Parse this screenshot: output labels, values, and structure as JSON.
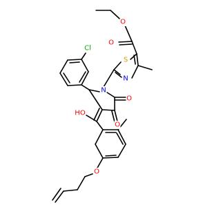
{
  "colors": {
    "background": "#ffffff",
    "bond": "#000000",
    "O": "#ff0000",
    "N": "#0000ff",
    "S": "#c8a000",
    "Cl": "#00b000"
  },
  "atom_labels": [
    {
      "id": "O1",
      "text": "O",
      "element": "O"
    },
    {
      "id": "O2",
      "text": "O",
      "element": "O"
    },
    {
      "id": "S1",
      "text": "S",
      "element": "S"
    },
    {
      "id": "N1",
      "text": "N",
      "element": "N"
    },
    {
      "id": "N2",
      "text": "N",
      "element": "N"
    },
    {
      "id": "Cl1",
      "text": "Cl",
      "element": "Cl"
    },
    {
      "id": "HO1",
      "text": "HO",
      "element": "O"
    },
    {
      "id": "O3",
      "text": "O",
      "element": "O"
    },
    {
      "id": "O4",
      "text": "O",
      "element": "O"
    },
    {
      "id": "O5",
      "text": "O",
      "element": "O"
    }
  ]
}
